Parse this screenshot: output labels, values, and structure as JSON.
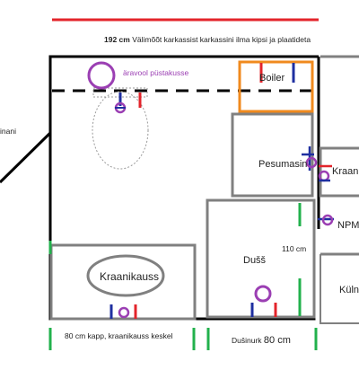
{
  "labels": {
    "top_dimension_value": "192 cm",
    "top_dimension_note": "Välimõõt karkassist karkassini ilma kipsi ja plaatideta",
    "drain_note": "äravool püstakusse",
    "boiler": "Boiler",
    "washing_machine": "Pesumasin",
    "tap_right": "Kraan",
    "npm": "NPM",
    "shower_height": "110 cm",
    "shower": "Dušš",
    "kitchen": "Küln",
    "sink": "Kraanikauss",
    "left_wall_fragment": "inani",
    "cabinet_dimension": "80 cm kapp, kraanikauss keskel",
    "shower_corner_prefix": "Dušinurk",
    "shower_corner_value": "80 cm"
  },
  "colors": {
    "wall": "#000000",
    "fixture_outline": "#808080",
    "boiler_outline": "#f08a1e",
    "drain_purple": "#9b3fb3",
    "dimension_red": "#e3242b",
    "dimension_green": "#22b14c",
    "pipe_blue": "#1f2fa0",
    "pipe_red": "#e3242b"
  }
}
